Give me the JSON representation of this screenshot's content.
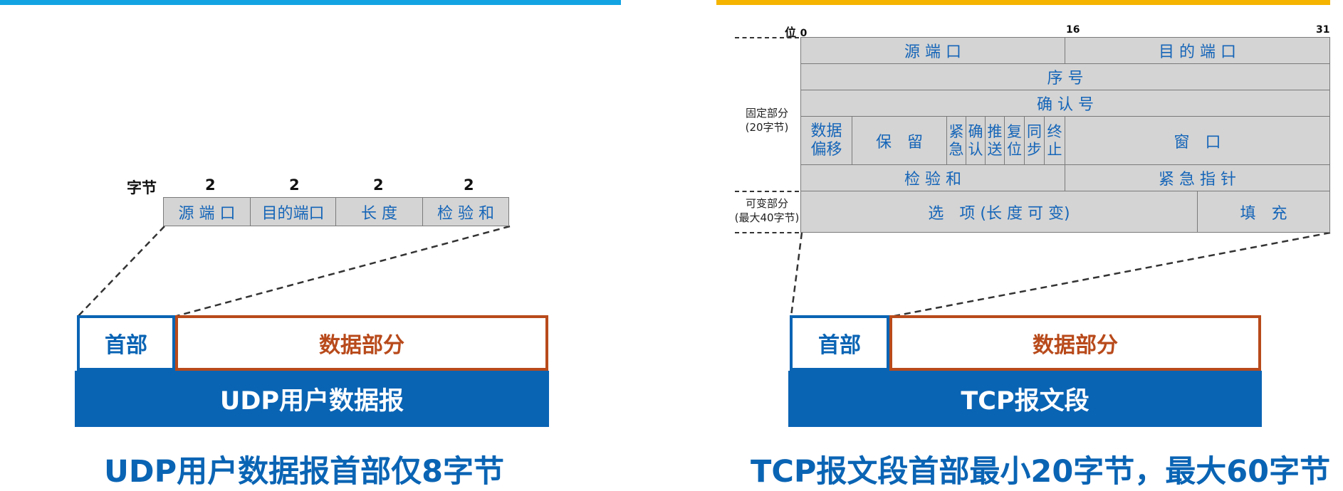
{
  "colors": {
    "left_top_bar": "#12a3e3",
    "right_top_bar": "#f5b400",
    "blue": "#0a64b4",
    "brown": "#b84a1b"
  },
  "udp": {
    "bytes_label": "字节",
    "field_sizes": [
      "2",
      "2",
      "2",
      "2"
    ],
    "fields": [
      "源 端 口",
      "目的端口",
      "长 度",
      "检 验 和"
    ],
    "header_label": "首部",
    "data_label": "数据部分",
    "datagram_label": "UDP用户数据报",
    "caption": "UDP用户数据报首部仅8字节"
  },
  "tcp": {
    "bit_label": "位",
    "bit_marks": [
      "0",
      "16",
      "31"
    ],
    "fixed_part": [
      "固定部分",
      "(20字节)"
    ],
    "variable_part": [
      "可变部分",
      "(最大40字节)"
    ],
    "src_port": "源 端 口",
    "dst_port": "目 的 端 口",
    "seq": "序 号",
    "ack": "确 认 号",
    "offset": [
      "数据",
      "偏移"
    ],
    "reserved": "保　留",
    "flags": [
      [
        "紧",
        "急"
      ],
      [
        "确",
        "认"
      ],
      [
        "推",
        "送"
      ],
      [
        "复",
        "位"
      ],
      [
        "同",
        "步"
      ],
      [
        "终",
        "止"
      ]
    ],
    "window": "窗　口",
    "checksum": "检 验 和",
    "urgent_ptr": "紧 急 指 针",
    "options": "选　项 (长 度 可 变)",
    "padding": "填　充",
    "header_label": "首部",
    "data_label": "数据部分",
    "segment_label": "TCP报文段",
    "caption": "TCP报文段首部最小20字节，最大60字节"
  }
}
